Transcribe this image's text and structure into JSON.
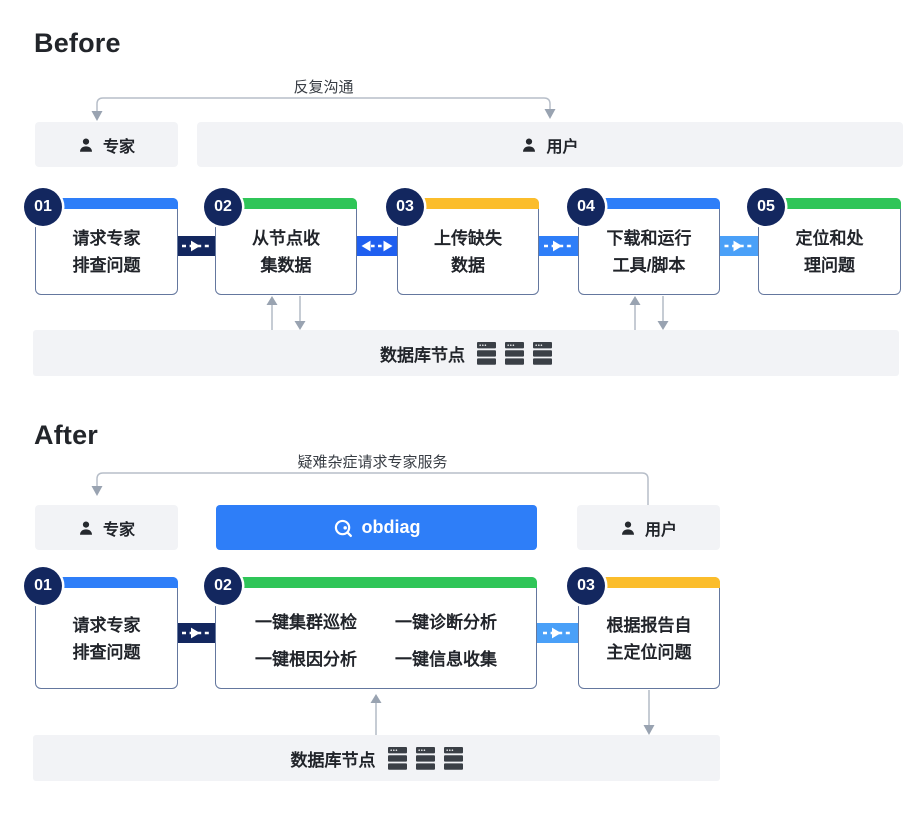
{
  "before": {
    "title": "Before",
    "relation_label": "反复沟通",
    "expert_label": "专家",
    "user_label": "用户",
    "db_label": "数据库节点",
    "steps": [
      {
        "num": "01",
        "line1": "请求专家",
        "line2": "排查问题",
        "accent": "#2e7ef8"
      },
      {
        "num": "02",
        "line1": "从节点收",
        "line2": "集数据",
        "accent": "#2fc558"
      },
      {
        "num": "03",
        "line1": "上传缺失",
        "line2": "数据",
        "accent": "#fbbd2b"
      },
      {
        "num": "04",
        "line1": "下载和运行",
        "line2": "工具/脚本",
        "accent": "#2e7ef8"
      },
      {
        "num": "05",
        "line1": "定位和处",
        "line2": "理问题",
        "accent": "#2fc558"
      }
    ]
  },
  "after": {
    "title": "After",
    "relation_label": "疑难杂症请求专家服务",
    "expert_label": "专家",
    "user_label": "用户",
    "tool_label": "obdiag",
    "db_label": "数据库节点",
    "steps": [
      {
        "num": "01",
        "line1": "请求专家",
        "line2": "排查问题",
        "accent": "#2e7ef8"
      },
      {
        "num": "02",
        "features": [
          "一键集群巡检",
          "一键诊断分析",
          "一键根因分析",
          "一键信息收集"
        ],
        "accent": "#2fc558"
      },
      {
        "num": "03",
        "line1": "根据报告自",
        "line2": "主定位问题",
        "accent": "#fbbd2b"
      }
    ]
  },
  "colors": {
    "accent_blue": "#2e7ef8",
    "accent_green": "#2fc558",
    "accent_yellow": "#fbbd2b",
    "navy": "#13275f",
    "royal_blue": "#1f5ff0",
    "light_blue": "#4aa0f8",
    "panel_gray": "#f2f3f6",
    "arrow_gray": "#9aa4b2"
  }
}
